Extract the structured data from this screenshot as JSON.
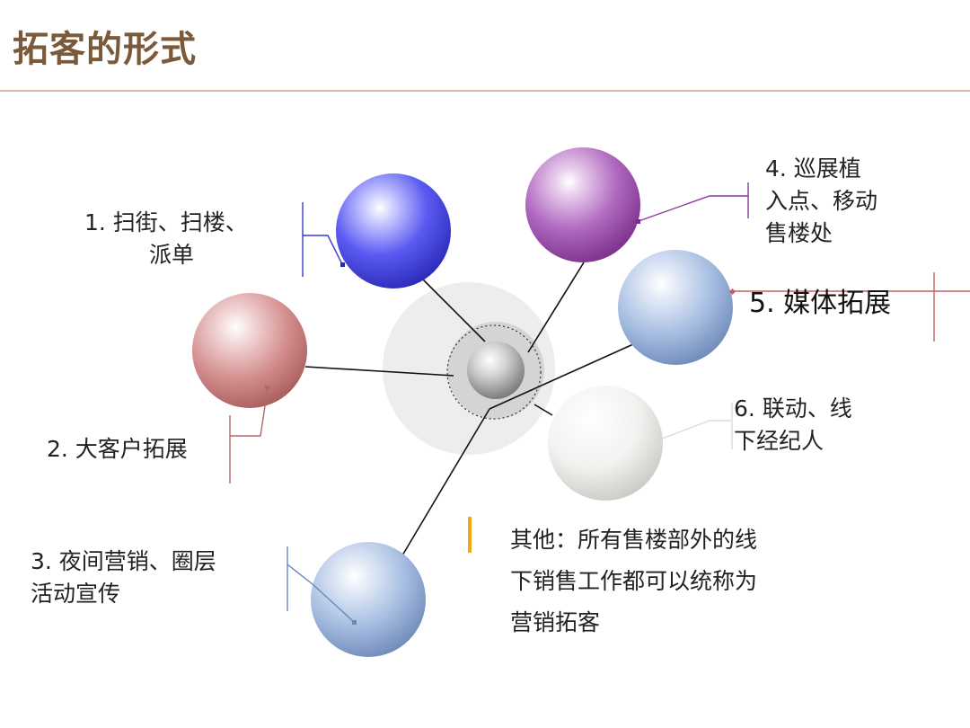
{
  "title": "拓客的形式",
  "labels": {
    "item1_line1": "1. 扫街、扫楼、",
    "item1_line2": "派单",
    "item2": "2. 大客户拓展",
    "item3_line1": "3. 夜间营销、圈层",
    "item3_line2": "活动宣传",
    "item4_line1": "4.  巡展植",
    "item4_line2": "入点、移动",
    "item4_line3": "售楼处",
    "item5": "5. 媒体拓展",
    "item6_line1": "6.  联动、线",
    "item6_line2": "下经纪人"
  },
  "note": {
    "line1": "其他：所有售楼部外的线",
    "line2": "下销售工作都可以统称为",
    "line3": "营销拓客"
  },
  "colors": {
    "title": "#7a5a3a",
    "accent_bar": "#f0a818",
    "sphere_blue": "#4a4af0",
    "sphere_purple": "#a050b0",
    "sphere_light_blue": "#8aa8d8",
    "sphere_pink": "#d08a8a",
    "sphere_white": "#e8e8e6",
    "sphere_center": "#b0b0b0"
  }
}
